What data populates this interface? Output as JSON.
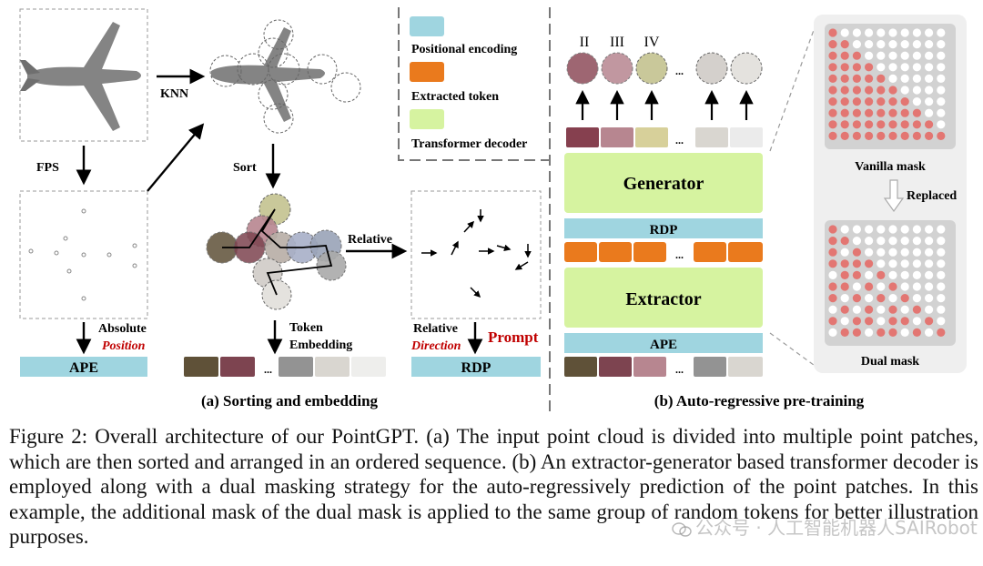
{
  "colors": {
    "positional_encoding": "#9fd5e0",
    "extracted_token": "#ea7a1d",
    "transformer_decoder": "#d6f3a0",
    "mask_on": "#e37672",
    "mask_off": "#ffffff",
    "prompt_red": "#c00000"
  },
  "panel_a": {
    "fps": "FPS",
    "knn": "KNN",
    "sort": "Sort",
    "relative": "Relative",
    "absolute": "Absolute",
    "position": "Position",
    "token": "Token",
    "embedding": "Embedding",
    "relative2": "Relative",
    "direction": "Direction",
    "prompt": "Prompt",
    "ape": "APE",
    "rdp": "RDP",
    "ellipsis": "...",
    "caption": "(a) Sorting and embedding",
    "token_colors": [
      "#5f5138",
      "#7d4450",
      "#939393",
      "#d9d6d0",
      "#eeeeec"
    ]
  },
  "legend": {
    "items": [
      {
        "label": "Positional encoding",
        "color": "#9fd5e0"
      },
      {
        "label": "Extracted token",
        "color": "#ea7a1d"
      },
      {
        "label": "Transformer decoder",
        "color": "#d6f3a0"
      }
    ]
  },
  "panel_b": {
    "roman": [
      "II",
      "III",
      "IV"
    ],
    "ellipsis": "...",
    "generator": "Generator",
    "extractor": "Extractor",
    "rdp": "RDP",
    "ape": "APE",
    "caption": "(b) Auto-regressive pre-training",
    "top_token_colors": [
      "#86404f",
      "#b78690",
      "#d7d09a",
      "#d9d6d0",
      "#ebebeb"
    ],
    "bottom_token_colors": [
      "#5f5138",
      "#7d4450",
      "#b78690",
      "#939393",
      "#d9d6d0"
    ]
  },
  "mask_panel": {
    "vanilla_label": "Vanilla mask",
    "replaced_label": "Replaced",
    "dual_label": "Dual mask"
  },
  "caption": {
    "text": "Figure 2:  Overall architecture of our PointGPT. (a) The input point cloud is divided into multiple point patches, which are then sorted and arranged in an ordered sequence. (b) An extractor-generator based transformer decoder is employed along with a dual masking strategy for the auto-regressively prediction of the point patches. In this example, the additional mask of the dual mask is applied to the same group of random tokens for better illustration purposes."
  },
  "watermark": {
    "text": "公众号 · 人工智能机器人SAIRobotics"
  }
}
